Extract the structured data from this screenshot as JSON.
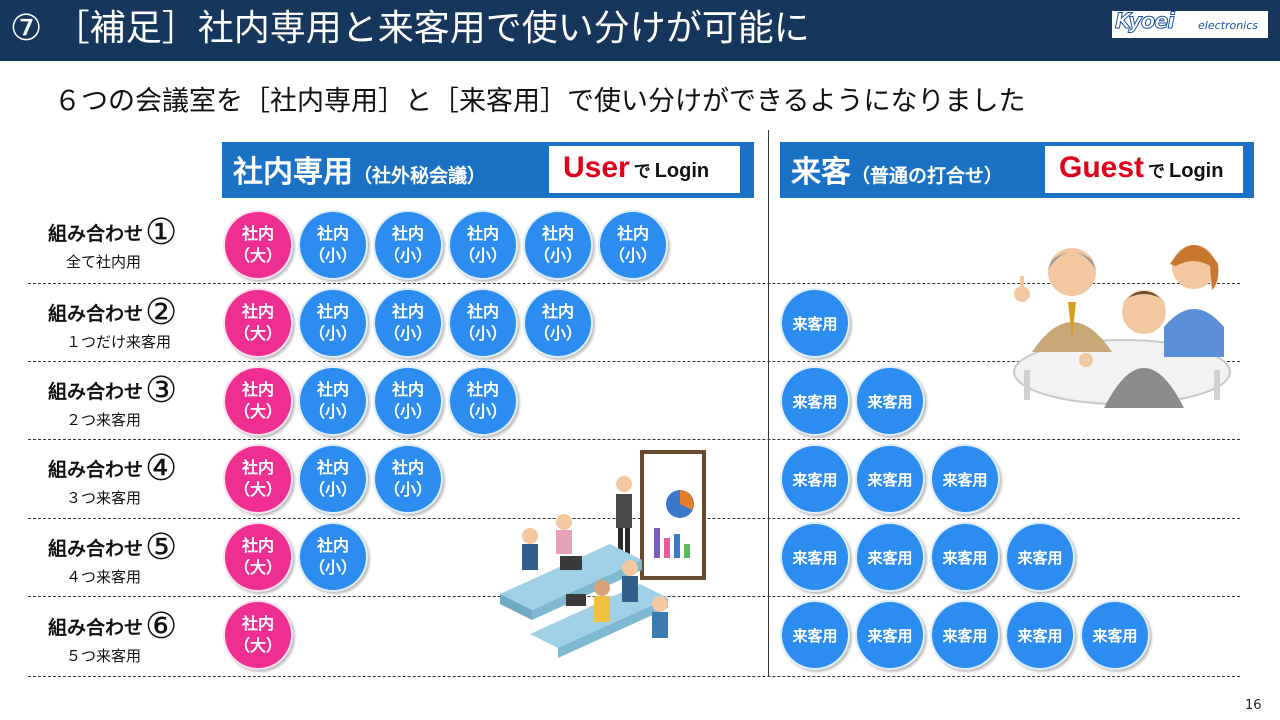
{
  "header": {
    "title": "⑦ ［補足］社内専用と来客用で使い分けが可能に",
    "logo_text": "Kyoei",
    "logo_sub": "electronics"
  },
  "subtitle": "６つの会議室を［社内専用］と［来客用］で使い分けができるようになりました",
  "columns": {
    "internal": {
      "label": "社内専用",
      "sub": "（社外秘会議）",
      "login_key": "User",
      "login_de": "で",
      "login_word": "Login"
    },
    "guest": {
      "label": "来客",
      "sub": "（普通の打合せ）",
      "login_key": "Guest",
      "login_de": "で",
      "login_word": "Login"
    }
  },
  "rooms": {
    "large_line1": "社内",
    "large_line2": "（大）",
    "small_line1": "社内",
    "small_line2": "（小）",
    "guest": "来客用"
  },
  "rows": [
    {
      "title": "組み合わせ",
      "num": "①",
      "sub": "全て社内用",
      "large": 1,
      "small": 5,
      "guest": 0
    },
    {
      "title": "組み合わせ",
      "num": "②",
      "sub": "１つだけ来客用",
      "large": 1,
      "small": 4,
      "guest": 1
    },
    {
      "title": "組み合わせ",
      "num": "③",
      "sub": "２つ来客用",
      "large": 1,
      "small": 3,
      "guest": 2
    },
    {
      "title": "組み合わせ",
      "num": "④",
      "sub": "３つ来客用",
      "large": 1,
      "small": 2,
      "guest": 3
    },
    {
      "title": "組み合わせ",
      "num": "⑤",
      "sub": "４つ来客用",
      "large": 1,
      "small": 1,
      "guest": 4
    },
    {
      "title": "組み合わせ",
      "num": "⑥",
      "sub": "５つ来客用",
      "large": 1,
      "small": 0,
      "guest": 5
    }
  ],
  "page_number": "16",
  "colors": {
    "title_bar": "#16365c",
    "header_blue": "#1b72c4",
    "room_blue": "#2d8cef",
    "room_pink": "#ef2f8f",
    "login_red": "#e0001b"
  }
}
